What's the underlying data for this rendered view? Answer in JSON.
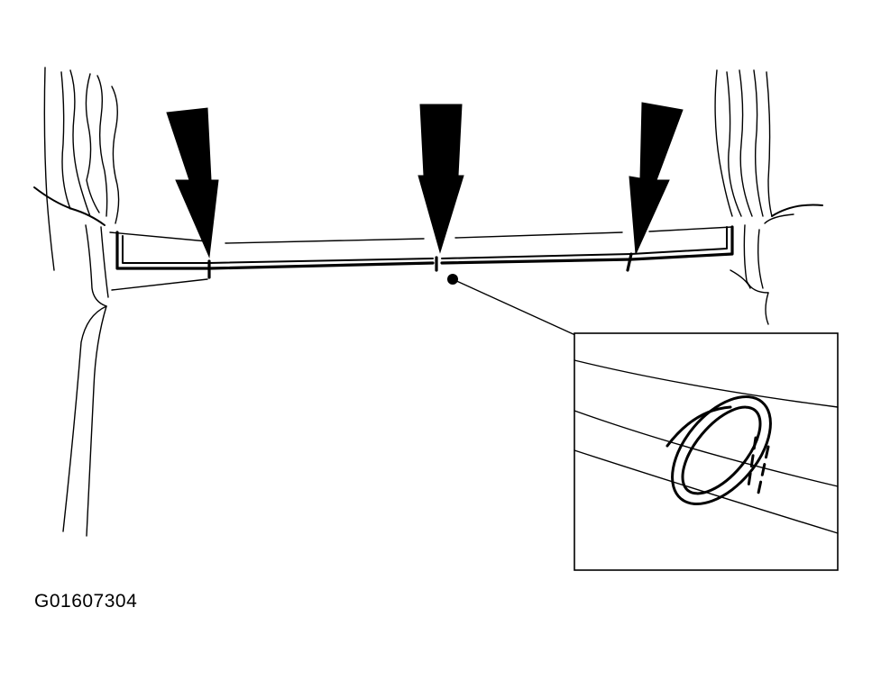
{
  "figure_code": "G01607304",
  "colors": {
    "ink": "#000000",
    "background": "#ffffff"
  },
  "callouts": [
    {
      "name": "arrow-left",
      "icon": "down-arrow-icon"
    },
    {
      "name": "arrow-center",
      "icon": "down-arrow-icon"
    },
    {
      "name": "arrow-right",
      "icon": "down-arrow-icon"
    }
  ],
  "detail_view": {
    "icon": "clip-ring-icon"
  }
}
